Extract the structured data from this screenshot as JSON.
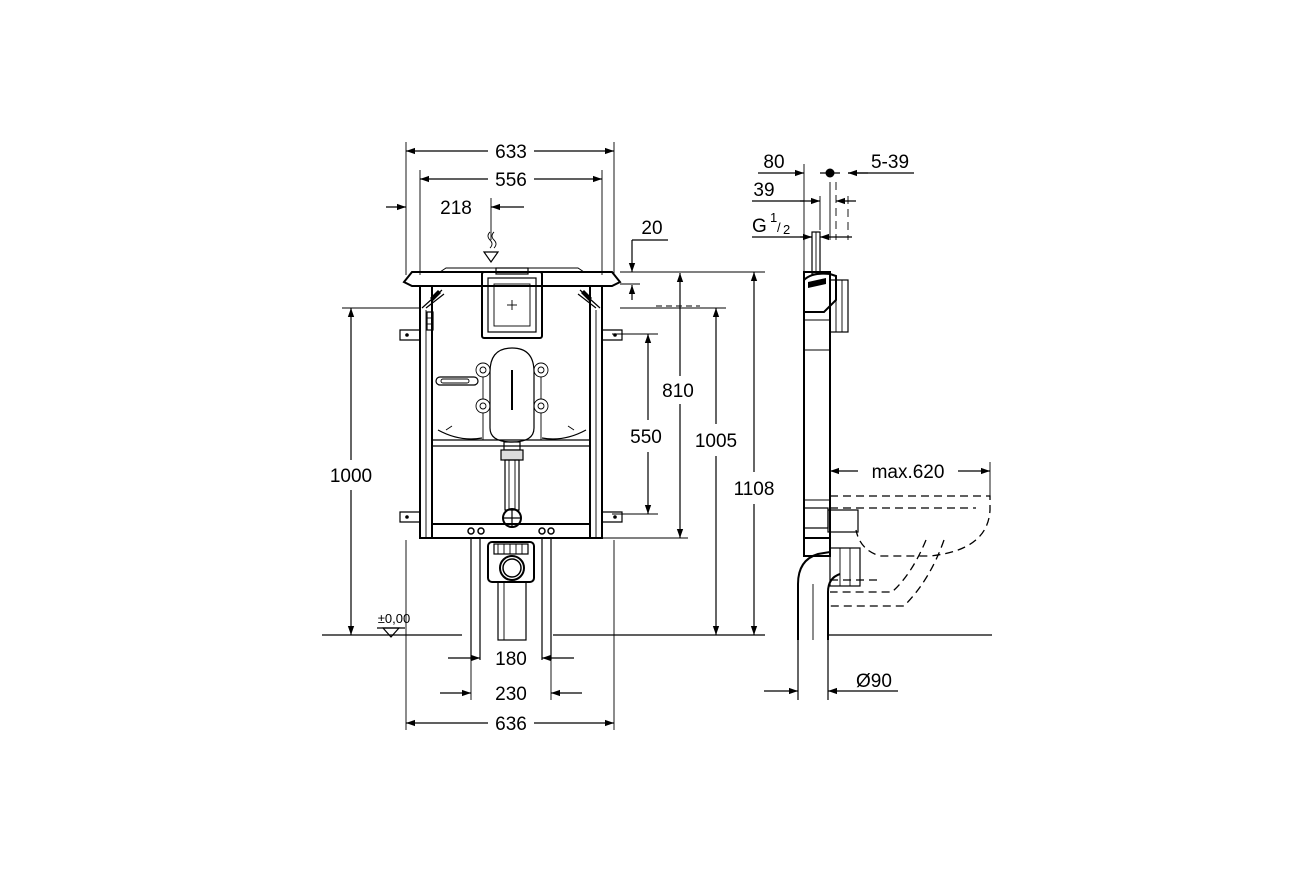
{
  "front_view": {
    "dims": {
      "overall_top_width": "633",
      "frame_width": "556",
      "outlet_offset": "218",
      "top_offset": "20",
      "frame_height": "810",
      "actuation_spacing": "550",
      "height_1005": "1005",
      "height_1108": "1108",
      "height_1000": "1000",
      "floor_level": "±0,00",
      "feet_spacing_180": "180",
      "feet_spacing_230": "230",
      "overall_bottom_width": "636"
    }
  },
  "side_view": {
    "dims": {
      "depth_80": "80",
      "adjust_range": "5-39",
      "depth_39": "39",
      "connection_g": "G",
      "connection_sup": "1",
      "connection_sub": "2",
      "bowl_projection": "max.620",
      "pipe_diameter": "Ø90"
    }
  }
}
